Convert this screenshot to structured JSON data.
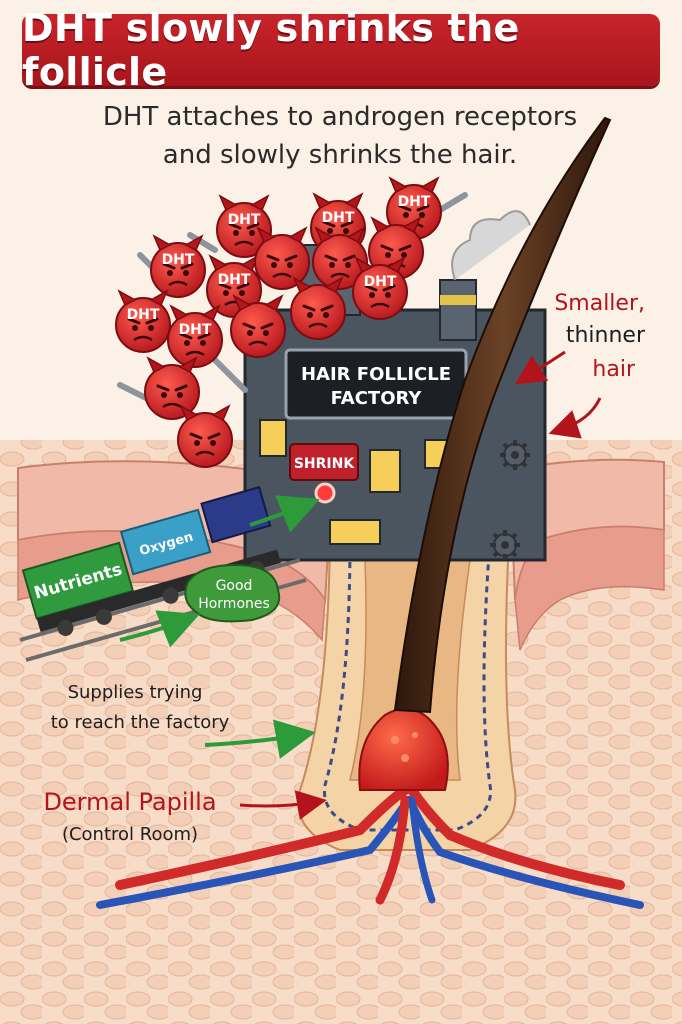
{
  "banner": {
    "title": "DHT slowly shrinks the follicle"
  },
  "subtitle": {
    "line1": "DHT attaches to androgen receptors",
    "line2": "and slowly shrinks the hair."
  },
  "molecules": {
    "label": "DHT"
  },
  "factory": {
    "sign_line1": "HAIR FOLLICLE",
    "sign_line2": "FACTORY",
    "button": "SHRINK"
  },
  "train": {
    "car1": "Nutrients",
    "car2": "Oxygen"
  },
  "hormones": {
    "line1": "Good",
    "line2": "Hormones"
  },
  "annotations": {
    "smaller_line1": "Smaller,",
    "smaller_line2": "thinner",
    "smaller_line3": "hair",
    "supplies_line1": "Supplies trying",
    "supplies_line2": "to reach the factory",
    "papilla_title": "Dermal Papilla",
    "papilla_sub": "(Control Room)"
  },
  "colors": {
    "banner_red": "#c0202a",
    "dht_red": "#d9262c",
    "skin_pink": "#f0b9a8",
    "hair_brown": "#4a2a18",
    "arrow_green": "#2e9b3a",
    "artery_red": "#d12a2a",
    "vein_blue": "#2a55b8"
  }
}
